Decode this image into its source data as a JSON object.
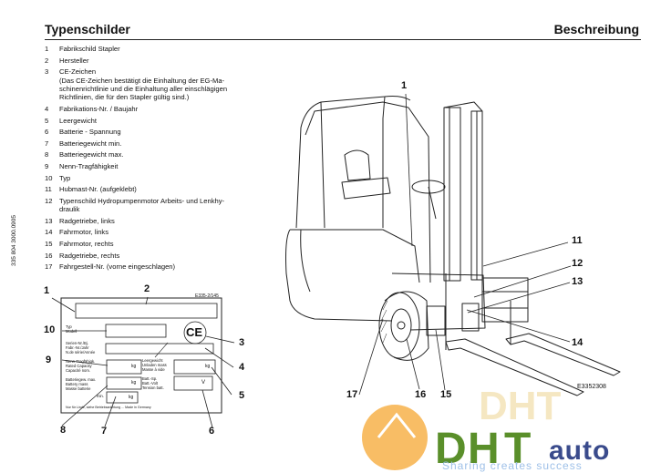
{
  "header": {
    "left_title": "Typenschilder",
    "right_title": "Beschreibung"
  },
  "legend": [
    {
      "num": "1",
      "text": "Fabrikschild Stapler"
    },
    {
      "num": "2",
      "text": "Hersteller"
    },
    {
      "num": "3",
      "text": "CE-Zeichen\n(Das CE-Zeichen bestätigt die Einhaltung der EG-Ma-\nschinenrichtlinie und die Einhaltung aller einschlägigen\nRichtlinien, die für den Stapler gültig sind.)"
    },
    {
      "num": "4",
      "text": "Fabrikations-Nr. / Baujahr"
    },
    {
      "num": "5",
      "text": "Leergewicht"
    },
    {
      "num": "6",
      "text": "Batterie - Spannung"
    },
    {
      "num": "7",
      "text": "Batteriegewicht min."
    },
    {
      "num": "8",
      "text": "Batteriegewicht max."
    },
    {
      "num": "9",
      "text": "Nenn-Tragfähigkeit"
    },
    {
      "num": "10",
      "text": "Typ"
    },
    {
      "num": "11",
      "text": "Hubmast-Nr. (aufgeklebt)"
    },
    {
      "num": "12",
      "text": "Typenschild Hydropumpenmotor Arbeits- und Lenkhy-\ndraulik"
    },
    {
      "num": "13",
      "text": "Radgetriebe, links"
    },
    {
      "num": "14",
      "text": "Fahrmotor, links"
    },
    {
      "num": "15",
      "text": "Fahrmotor, rechts"
    },
    {
      "num": "16",
      "text": "Radgetriebe, rechts"
    },
    {
      "num": "17",
      "text": "Fahrgestell-Nr. (vorne eingeschlagen)"
    }
  ],
  "side_code": "335 804 3000.0905",
  "plate": {
    "code": "E335-2/145",
    "ce_mark": "CE",
    "kg_unit": "kg",
    "v_unit": "V",
    "rows": {
      "typ": "Typ\nModell",
      "serial": "Serien-Nr./Bj.\nFabr.-Nr./Jahr\nN.de série/Année",
      "nenn": "Nenn-Tragfähigk.\nRated Capacity\nCapacité nom.",
      "leergewicht": "Leergewicht\nUnladen mass\nMasse à vide",
      "battmax": "Batteriegew. max.\nBattery mass\nMasse batterie",
      "battmin": "min.",
      "spannung": "Batt.-Sp.\nBatt.-Volt\nTension batt."
    },
    "footer": "Nur für Linde, siehe Betriebsanleitung ... Made in Germany"
  },
  "plate_callouts": [
    "1",
    "2",
    "3",
    "4",
    "5",
    "6",
    "7",
    "8",
    "9",
    "10"
  ],
  "truck_callouts": [
    "1",
    "11",
    "12",
    "13",
    "14",
    "15",
    "16",
    "17"
  ],
  "figure_code": "E3352308",
  "watermark": {
    "brand": "auto",
    "sub": "Sharing creates success"
  }
}
